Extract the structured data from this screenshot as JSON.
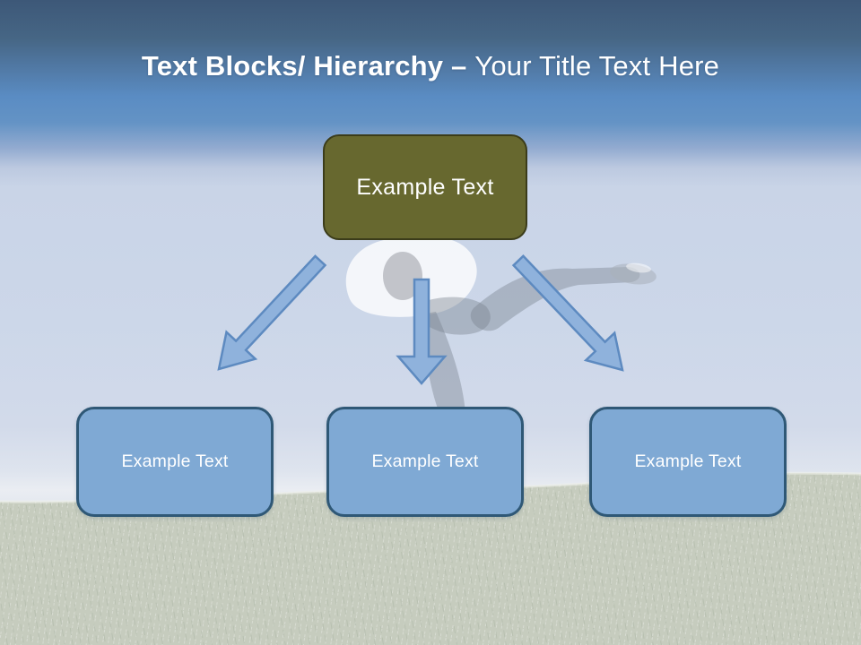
{
  "title": {
    "bold": "Text Blocks/ Hierarchy – ",
    "regular": "Your Title Text Here"
  },
  "diagram": {
    "top_box": {
      "label": "Example Text"
    },
    "bottom_boxes": [
      {
        "label": "Example Text"
      },
      {
        "label": "Example Text"
      },
      {
        "label": "Example Text"
      }
    ],
    "arrows": [
      "arrow-down-left",
      "arrow-down",
      "arrow-down-right"
    ]
  },
  "background": {
    "description_elements": [
      "blue-sky",
      "grass-hill",
      "faded-jumping-person-photo"
    ]
  },
  "colors": {
    "header_blue_top": "#3d5878",
    "header_blue": "#5a8cc3",
    "sky_pale": "#ccd7e9",
    "grass": "#c6ccbe",
    "top_box_fill": "#67682f",
    "top_box_border": "#3b3c1a",
    "bottom_box_fill": "#7fa9d4",
    "bottom_box_border": "#2f5876",
    "arrow_fill": "#8fb2dc",
    "arrow_stroke": "#5d8ac0",
    "title_text": "#ffffff"
  }
}
